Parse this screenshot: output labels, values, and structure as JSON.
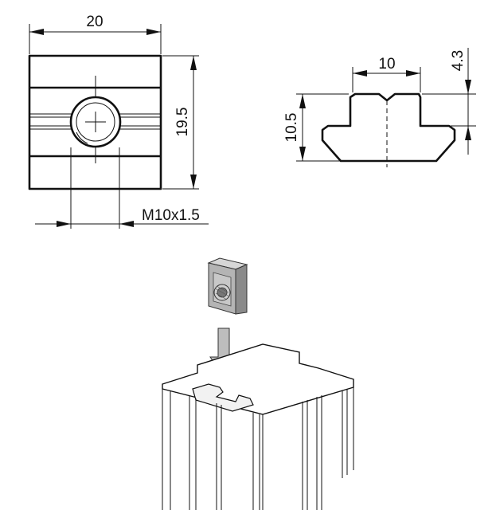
{
  "dimensions": {
    "top_view_width": "20",
    "top_view_height": "19.5",
    "thread": "M10x1.5",
    "profile_top_width": "10",
    "profile_height": "10.5",
    "profile_top_depth": "4.3"
  },
  "colors": {
    "line": "#111111",
    "nut_light": "#e2e2e2",
    "nut_dark": "#9a9a9a",
    "arrow_fill": "#bdbdbd",
    "profile_shade": "#f2f2f2"
  }
}
